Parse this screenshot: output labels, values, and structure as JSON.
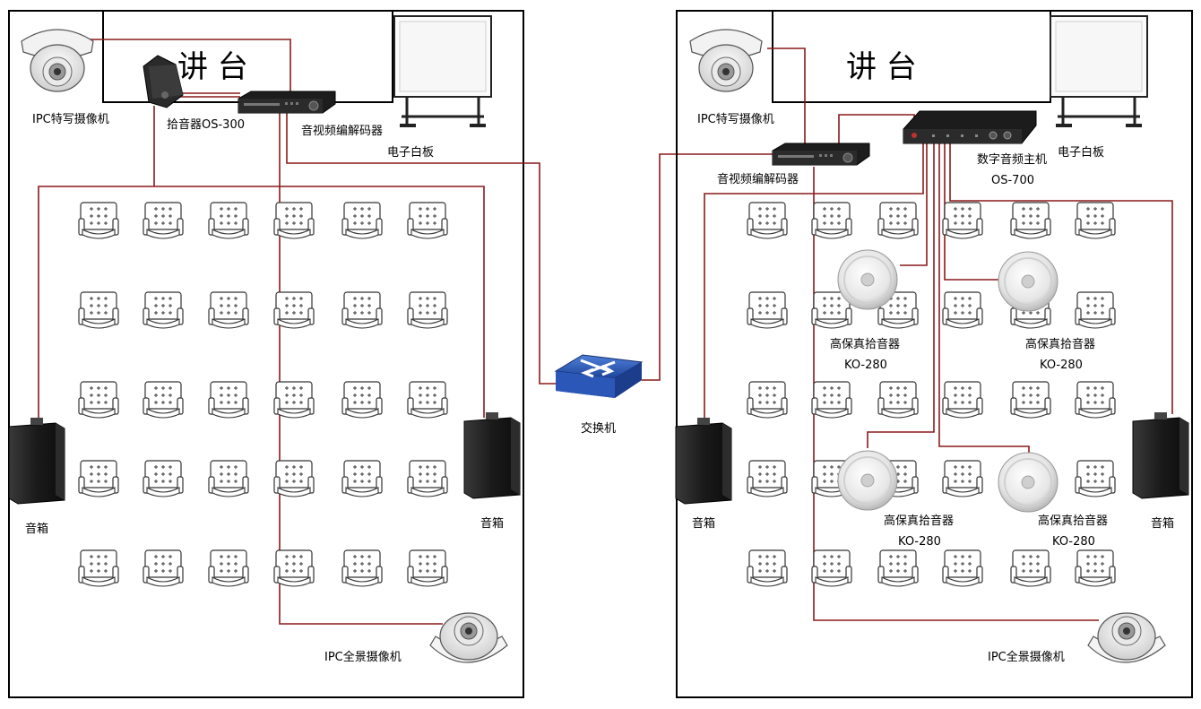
{
  "left_room": {
    "stage": "讲    台",
    "camera_closeup": "IPC特写摄像机",
    "mic": "拾音器OS-300",
    "codec": "音视频编解码器",
    "whiteboard": "电子白板",
    "speaker_left": "音箱",
    "speaker_right": "音箱",
    "camera_panorama": "IPC全景摄像机"
  },
  "switch": {
    "label": "交换机"
  },
  "right_room": {
    "stage": "讲    台",
    "camera_closeup": "IPC特写摄像机",
    "codec": "音视频编解码器",
    "audio_host_line1": "数字音频主机",
    "audio_host_line2": "OS-700",
    "whiteboard": "电子白板",
    "pickups": [
      {
        "line1": "高保真拾音器",
        "line2": "KO-280"
      },
      {
        "line1": "高保真拾音器",
        "line2": "KO-280"
      },
      {
        "line1": "高保真拾音器",
        "line2": "KO-280"
      },
      {
        "line1": "高保真拾音器",
        "line2": "KO-280"
      }
    ],
    "speaker_left": "音箱",
    "speaker_right": "音箱",
    "camera_panorama": "IPC全景摄像机"
  },
  "colors": {
    "wire": "#8b1a1a",
    "border": "#000000",
    "switch_blue": "#2a57b8"
  }
}
